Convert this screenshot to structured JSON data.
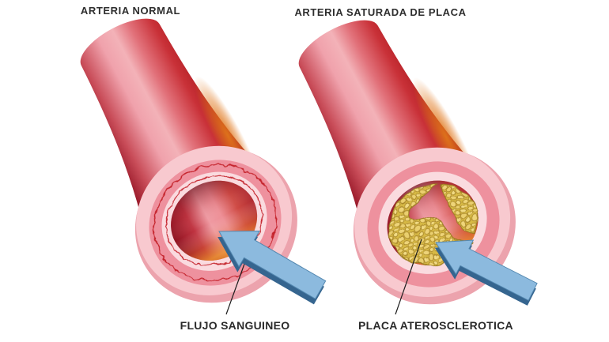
{
  "figure": {
    "left": {
      "title": "ARTERIA NORMAL",
      "caption": "FLUJO SANGUINEO"
    },
    "right": {
      "title": "ARTERIA SATURADA DE PLACA",
      "caption": "PLACA ATEROSCLEROTICA"
    }
  },
  "colors": {
    "background": "#ffffff",
    "artery_dark_red": "#8e1322",
    "artery_highlight_pink": "#f2a3ab",
    "artery_edge_orange": "#e0761a",
    "wall_outer_band_pink": "#eca3ad",
    "wall_outer_pale_pink": "#f8c9cf",
    "wall_salmon": "#ee919e",
    "wall_inner_pale": "#fadbdf",
    "endothelium_line_red": "#c4232c",
    "lumen_deep_red": "#8f1220",
    "lumen_highlight_pink": "#ef9aa2",
    "lumen_glow_orange": "#e8932c",
    "plaque_yellow": "#e9c84f",
    "plaque_base_olive": "#d7b945",
    "plaque_outline": "#97781d",
    "arrow_blue": "#8cbade",
    "arrow_blue_dark": "#35658f",
    "leader_line": "#1c1c1c",
    "text": "#2e2e2e"
  }
}
